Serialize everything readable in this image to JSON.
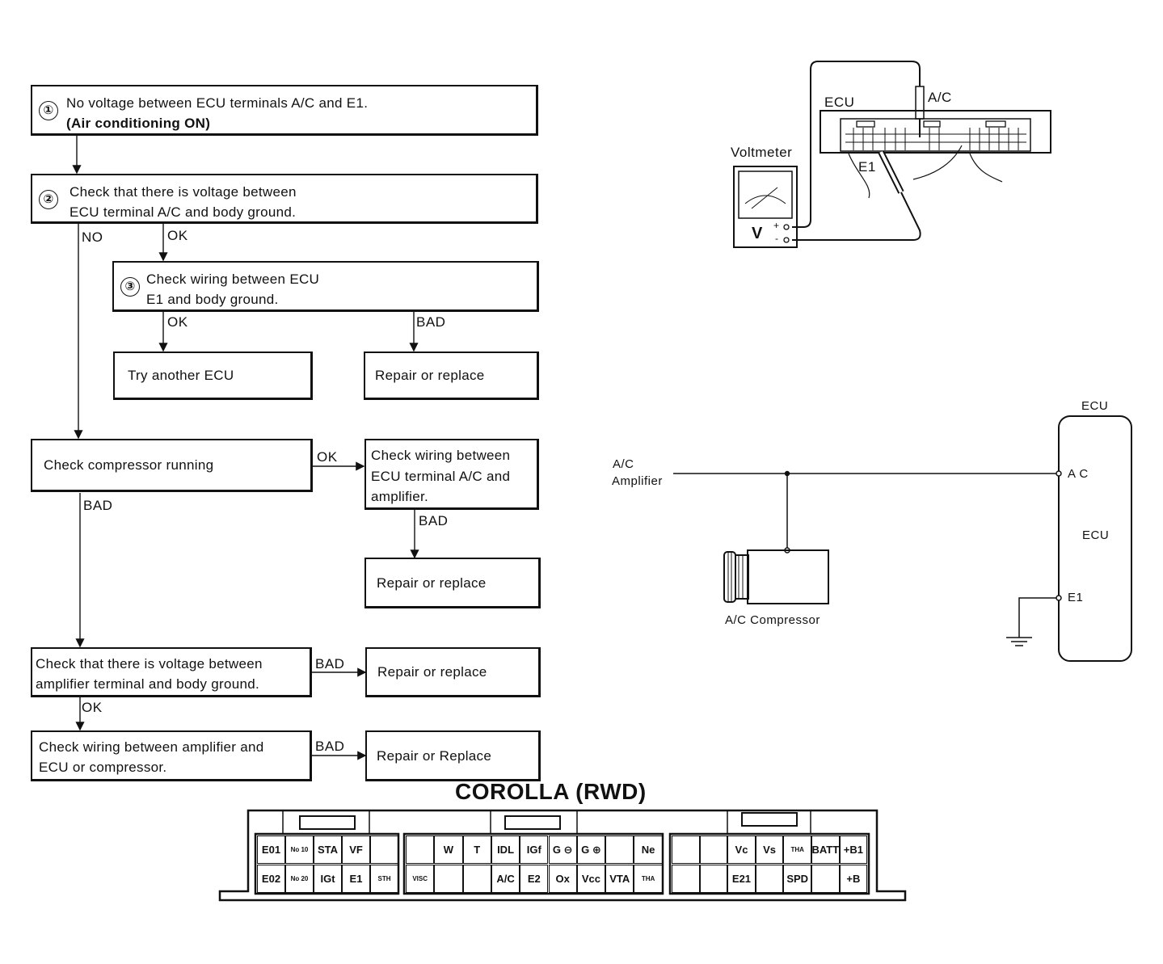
{
  "flowchart": {
    "step1": {
      "num": "①",
      "line1": "No voltage between ECU terminals A/C and E1.",
      "line2": "(Air conditioning ON)"
    },
    "step2": {
      "num": "②",
      "line1": "Check that there is voltage between",
      "line2": "ECU terminal A/C and body ground."
    },
    "step3": {
      "num": "③",
      "line1": "Check wiring between ECU",
      "line2": "E1 and body ground."
    },
    "try_ecu": "Try another ECU",
    "repair1": "Repair or replace",
    "compressor": "Check compressor running",
    "wiring_amp": {
      "line1": "Check wiring between",
      "line2": "ECU terminal A/C and",
      "line3": "amplifier."
    },
    "repair2": "Repair or replace",
    "voltage_amp": {
      "line1": "Check that there is voltage between",
      "line2": "amplifier terminal and body ground."
    },
    "repair3": "Repair or replace",
    "wiring_final": {
      "line1": "Check wiring between amplifier and",
      "line2": "ECU or compressor."
    },
    "repair4": "Repair or Replace",
    "labels": {
      "no": "NO",
      "ok": "OK",
      "bad": "BAD"
    }
  },
  "meter_diagram": {
    "ecu": "ECU",
    "ac": "A/C",
    "voltmeter": "Voltmeter",
    "e1": "E1",
    "v": "V",
    "plus": "+",
    "minus": "-"
  },
  "wiring_diagram": {
    "ecu_top": "ECU",
    "ecu_mid": "ECU",
    "ac_pin": "A C",
    "e1_pin": "E1",
    "amp_line1": "A/C",
    "amp_line2": "Amplifier",
    "compressor": "A/C Compressor"
  },
  "connector": {
    "title": "COROLLA (RWD)",
    "block1_row1": [
      "E01",
      "No 10",
      "STA",
      "VF",
      ""
    ],
    "block1_row2": [
      "E02",
      "No 20",
      "IGt",
      "E1",
      "STH"
    ],
    "block2_row1": [
      "",
      "W",
      "T",
      "IDL",
      "IGf",
      "G ⊖",
      "G ⊕",
      "",
      "Ne"
    ],
    "block2_row2": [
      "VISC",
      "",
      "",
      "A/C",
      "E2",
      "Ox",
      "Vcc",
      "VTA",
      "THA"
    ],
    "block3_row1": [
      "",
      "",
      "Vc",
      "Vs",
      "THA",
      "BATT",
      "+B1"
    ],
    "block3_row2": [
      "",
      "",
      "E21",
      "",
      "SPD",
      "",
      "+B"
    ]
  }
}
